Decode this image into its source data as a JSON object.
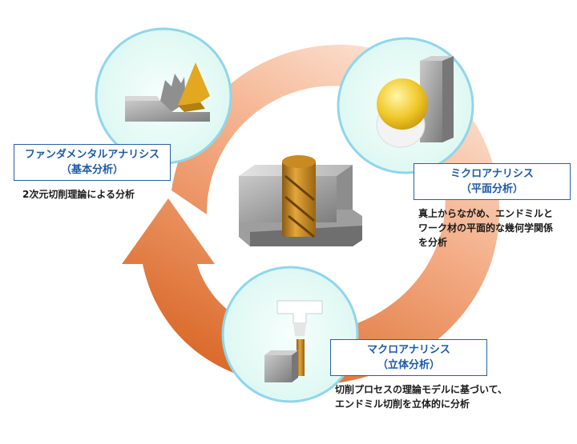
{
  "nodes": {
    "fundamental": {
      "title": "ファンダメンタルアナリシス",
      "subtitle": "（基本分析）",
      "desc": [
        "2次元切削理論による分析"
      ]
    },
    "micro": {
      "title": "ミクロアナリシス",
      "subtitle": "（平面分析）",
      "desc": [
        "真上からながめ、エンドミルと",
        "ワーク材の平面的な幾何学関係",
        "を分析"
      ]
    },
    "macro": {
      "title": "マクロアナリシス",
      "subtitle": "（立体分析）",
      "desc": [
        "切削プロセスの理論モデルに基づいて、",
        "エンドミル切削を立体的に分析"
      ]
    }
  },
  "colors": {
    "arrow_light": "#fbd6c2",
    "arrow_dark": "#d9611c",
    "circle_fill": "#e9fbf7",
    "circle_stroke": "#8fd6ec",
    "label_border": "#2b5fa8",
    "label_text": "#1f5aa6",
    "gold": "#e0a21c",
    "gray": "#8a8a8a"
  }
}
